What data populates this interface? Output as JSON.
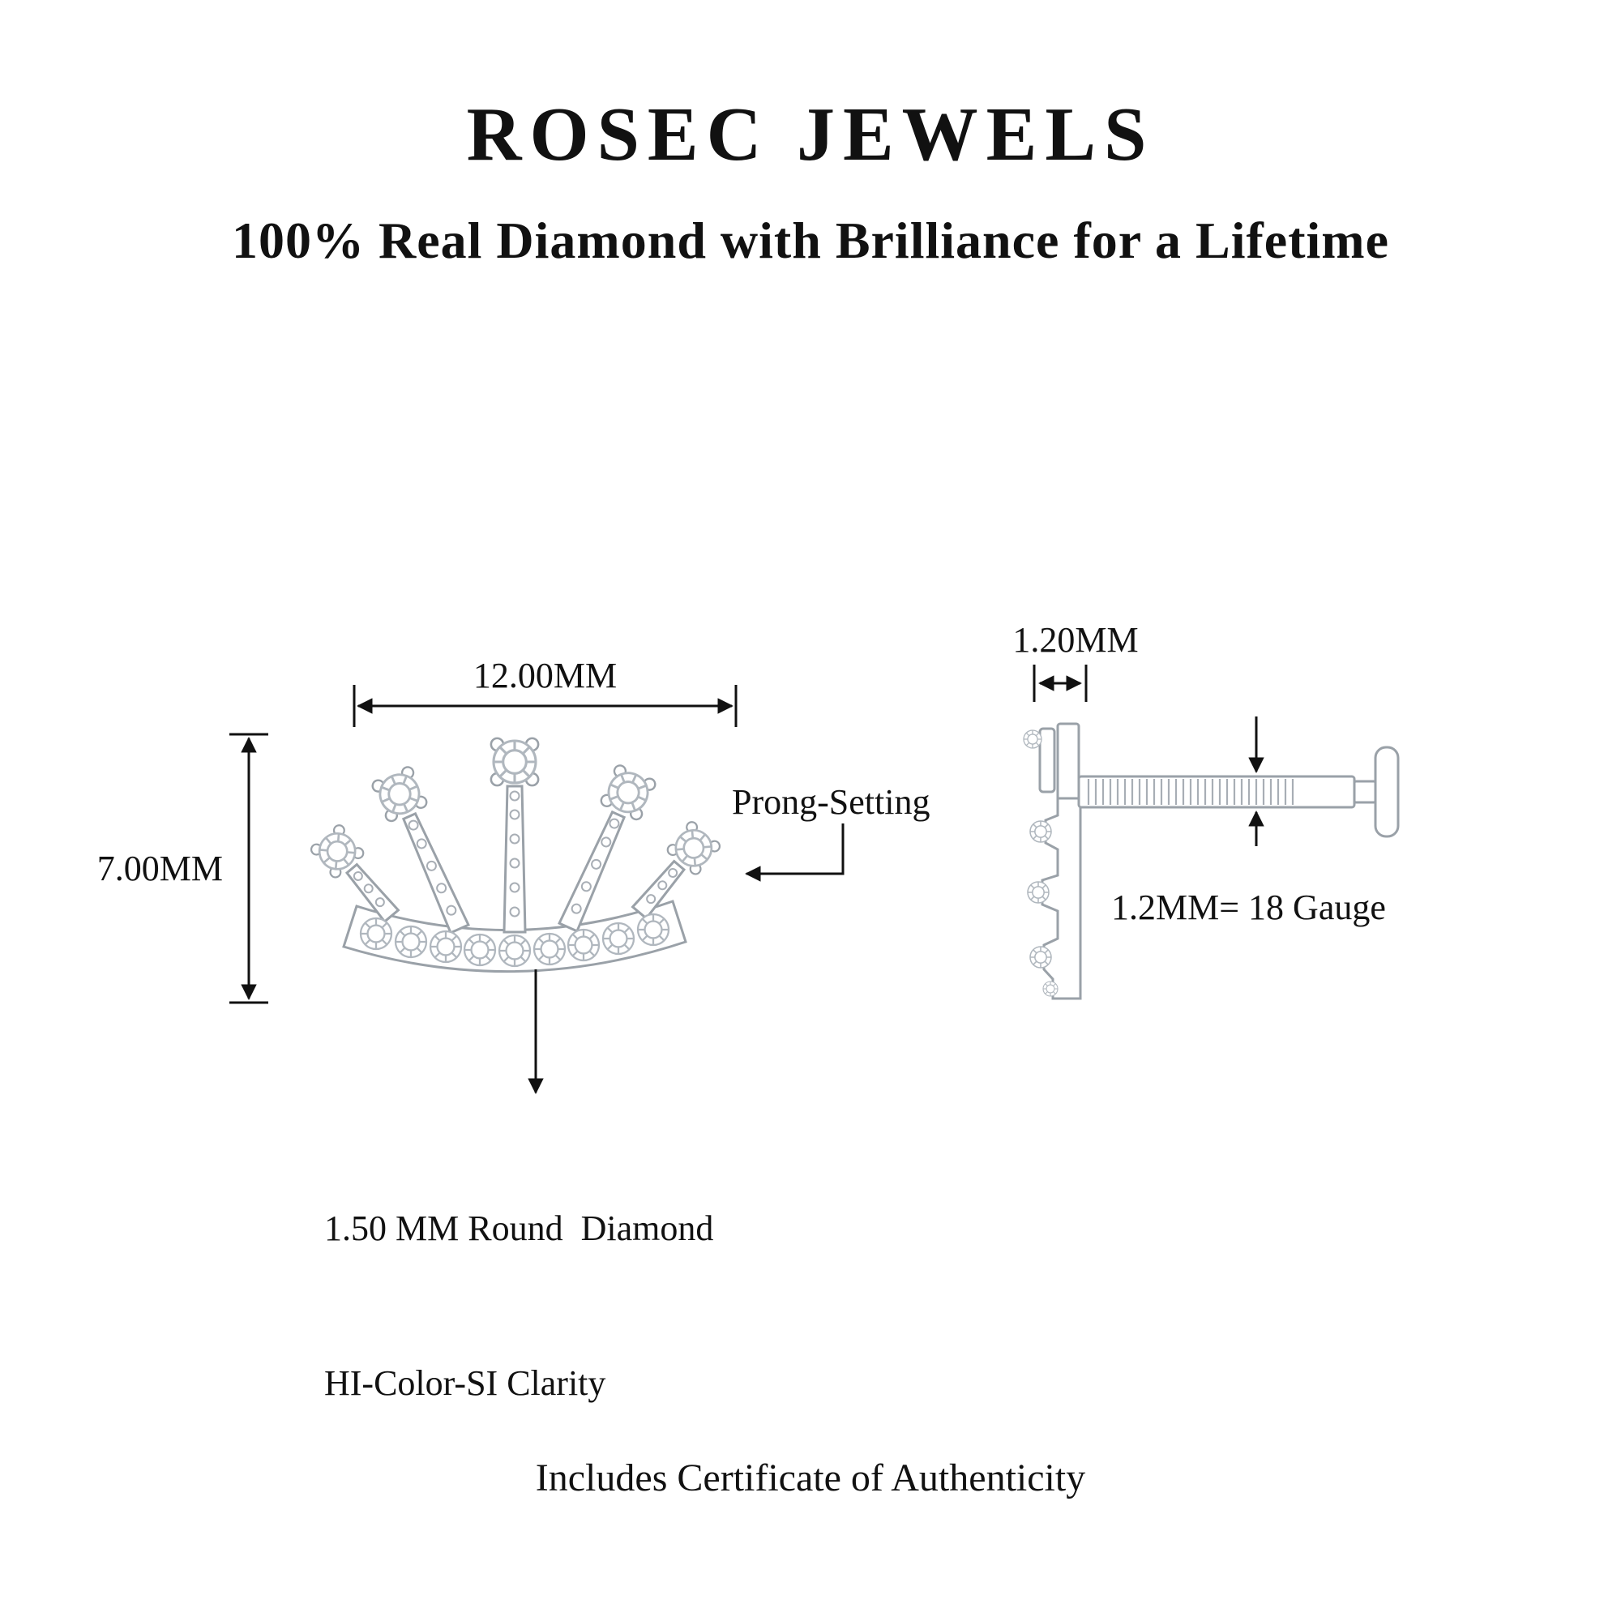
{
  "brand": {
    "title": "ROSEC JEWELS",
    "tagline": "100% Real Diamond with Brilliance for a Lifetime"
  },
  "front_view": {
    "width_label": "12.00MM",
    "height_label": "7.00MM",
    "prong_label": "Prong-Setting",
    "stone_note_line1": "1.50 MM Round  Diamond",
    "stone_note_line2": "HI-Color-SI Clarity"
  },
  "side_view": {
    "thickness_label": "1.20MM",
    "gauge_label": "1.2MM= 18 Gauge"
  },
  "footer": {
    "certificate": "Includes Certificate of Authenticity"
  },
  "colors": {
    "metal": "#9aa1a8",
    "stone": "#b0b7be",
    "annotation": "#111111",
    "background": "#ffffff"
  }
}
